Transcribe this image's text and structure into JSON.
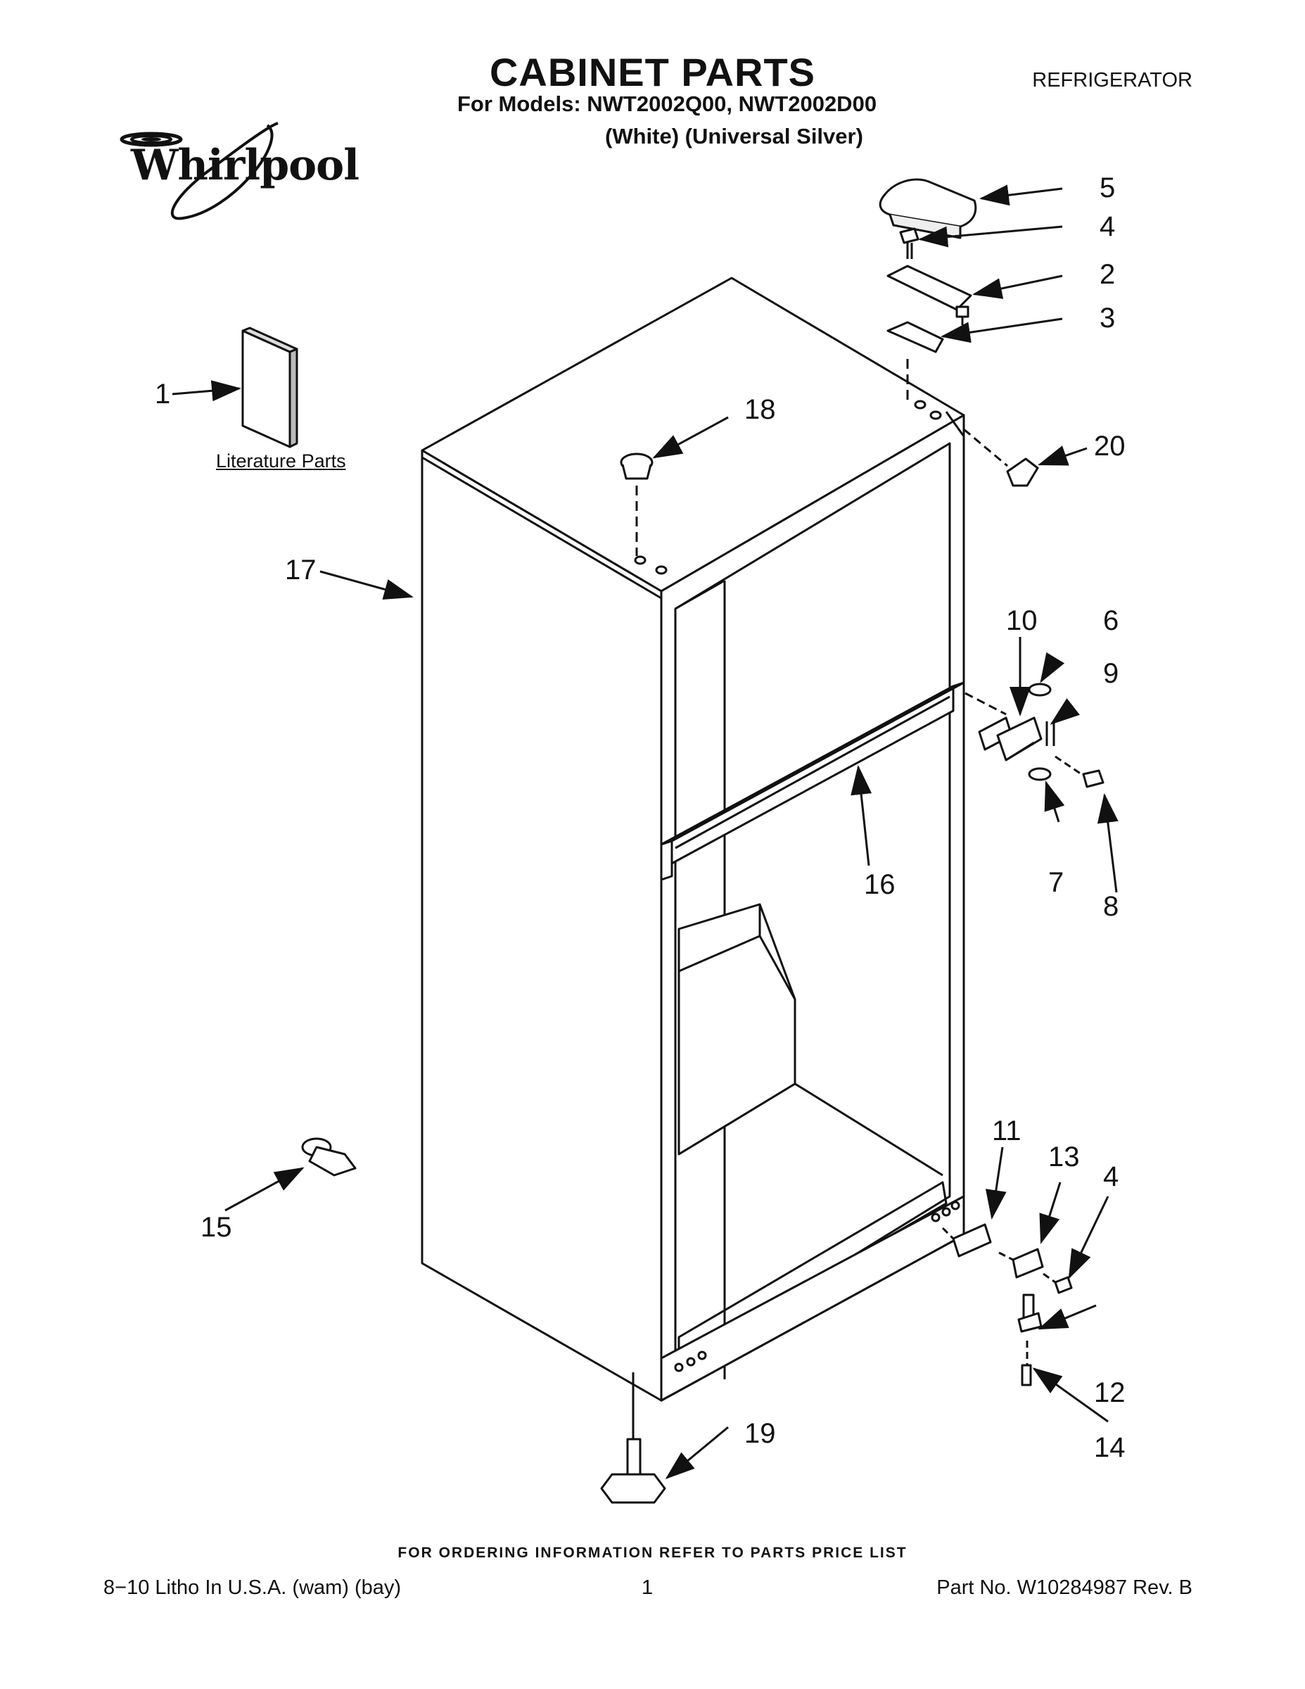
{
  "header": {
    "title": "CABINET PARTS",
    "category": "REFRIGERATOR",
    "models_line": "For Models: NWT2002Q00, NWT2002D00",
    "variants_line": "(White)   (Universal Silver)",
    "brand": "Whirlpool",
    "logo_icon": "whirlpool-swirl-icon"
  },
  "literature_label": "Literature Parts",
  "callouts": {
    "c1": "1",
    "c2": "2",
    "c3": "3",
    "c4a": "4",
    "c4b": "4",
    "c5": "5",
    "c6": "6",
    "c7": "7",
    "c8": "8",
    "c9": "9",
    "c10": "10",
    "c11": "11",
    "c12": "12",
    "c13": "13",
    "c14": "14",
    "c15": "15",
    "c16": "16",
    "c17": "17",
    "c18": "18",
    "c19": "19",
    "c20": "20"
  },
  "footer": {
    "order_note": "FOR ORDERING INFORMATION REFER TO PARTS PRICE LIST",
    "print_info": "8−10 Litho In U.S.A. (wam) (bay)",
    "page_number": "1",
    "part_number": "Part No. W10284987 Rev. B"
  }
}
